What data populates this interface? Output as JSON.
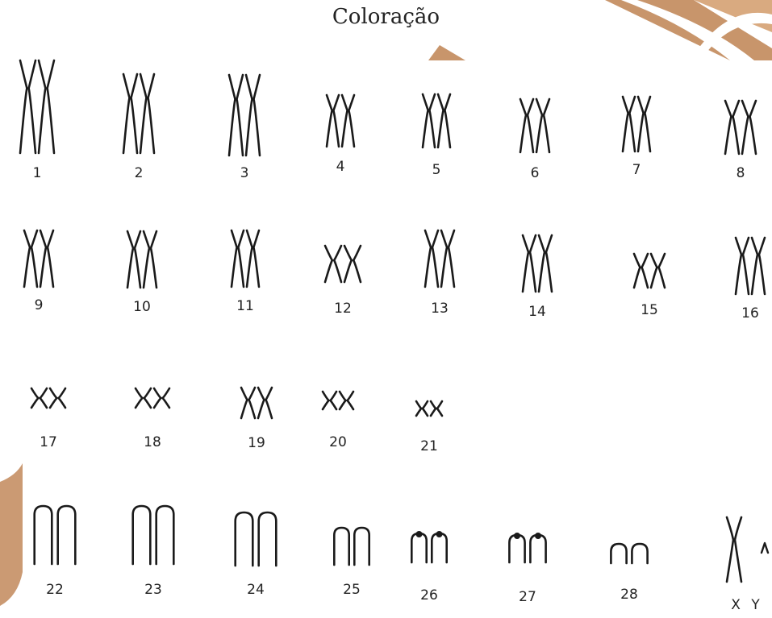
{
  "title": "Coloração",
  "colors": {
    "accent": "#c8956b",
    "accent_light": "#d9aa80",
    "ink": "#1a1a1a"
  },
  "karyotype": {
    "chromosomes": [
      {
        "label": "1",
        "shape": "X"
      },
      {
        "label": "2",
        "shape": "X"
      },
      {
        "label": "3",
        "shape": "X"
      },
      {
        "label": "4",
        "shape": "X"
      },
      {
        "label": "5",
        "shape": "X"
      },
      {
        "label": "6",
        "shape": "X"
      },
      {
        "label": "7",
        "shape": "X"
      },
      {
        "label": "8",
        "shape": "X"
      },
      {
        "label": "9",
        "shape": "X"
      },
      {
        "label": "10",
        "shape": "X"
      },
      {
        "label": "11",
        "shape": "X"
      },
      {
        "label": "12",
        "shape": "X"
      },
      {
        "label": "13",
        "shape": "X"
      },
      {
        "label": "14",
        "shape": "X"
      },
      {
        "label": "15",
        "shape": "X"
      },
      {
        "label": "16",
        "shape": "X"
      },
      {
        "label": "17",
        "shape": "X"
      },
      {
        "label": "18",
        "shape": "X"
      },
      {
        "label": "19",
        "shape": "X"
      },
      {
        "label": "20",
        "shape": "X"
      },
      {
        "label": "21",
        "shape": "X"
      },
      {
        "label": "22",
        "shape": "arch"
      },
      {
        "label": "23",
        "shape": "arch"
      },
      {
        "label": "24",
        "shape": "arch"
      },
      {
        "label": "25",
        "shape": "arch"
      },
      {
        "label": "26",
        "shape": "arch-dot"
      },
      {
        "label": "27",
        "shape": "arch-dot"
      },
      {
        "label": "28",
        "shape": "arch"
      },
      {
        "label": "X Y",
        "shape": "sex"
      }
    ]
  }
}
